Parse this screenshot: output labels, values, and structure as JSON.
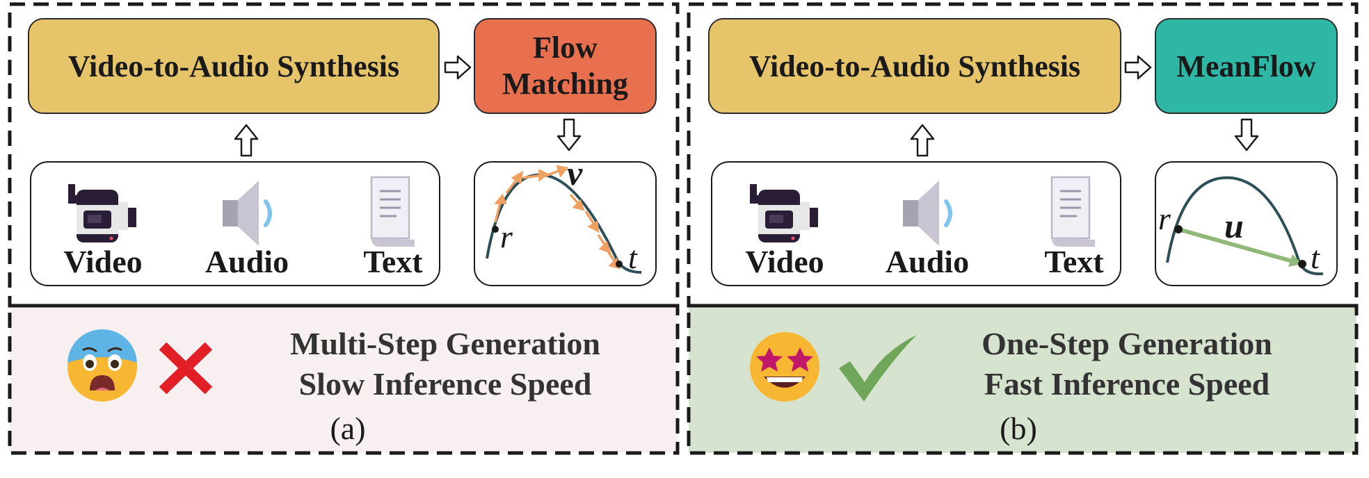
{
  "panel_a": {
    "synthesis_label": "Video-to-Audio Synthesis",
    "method_label_line1": "Flow",
    "method_label_line2": "Matching",
    "inputs": [
      "Video",
      "Audio",
      "Text"
    ],
    "curve_labels": {
      "start": "r",
      "end": "t",
      "vector": "v"
    },
    "caption_line1": "Multi-Step Generation",
    "caption_line2": "Slow Inference Speed",
    "sublabel": "(a)",
    "accent_color": "#e8704f",
    "status_icon": "cross-mark-icon",
    "face_icon": "fearful-face-icon"
  },
  "panel_b": {
    "synthesis_label": "Video-to-Audio Synthesis",
    "method_label": "MeanFlow",
    "inputs": [
      "Video",
      "Audio",
      "Text"
    ],
    "curve_labels": {
      "start": "r",
      "end": "t",
      "vector": "u"
    },
    "caption_line1": "One-Step Generation",
    "caption_line2": "Fast Inference Speed",
    "sublabel": "(b)",
    "accent_color": "#2fb7a6",
    "status_icon": "check-mark-icon",
    "face_icon": "star-struck-face-icon"
  }
}
